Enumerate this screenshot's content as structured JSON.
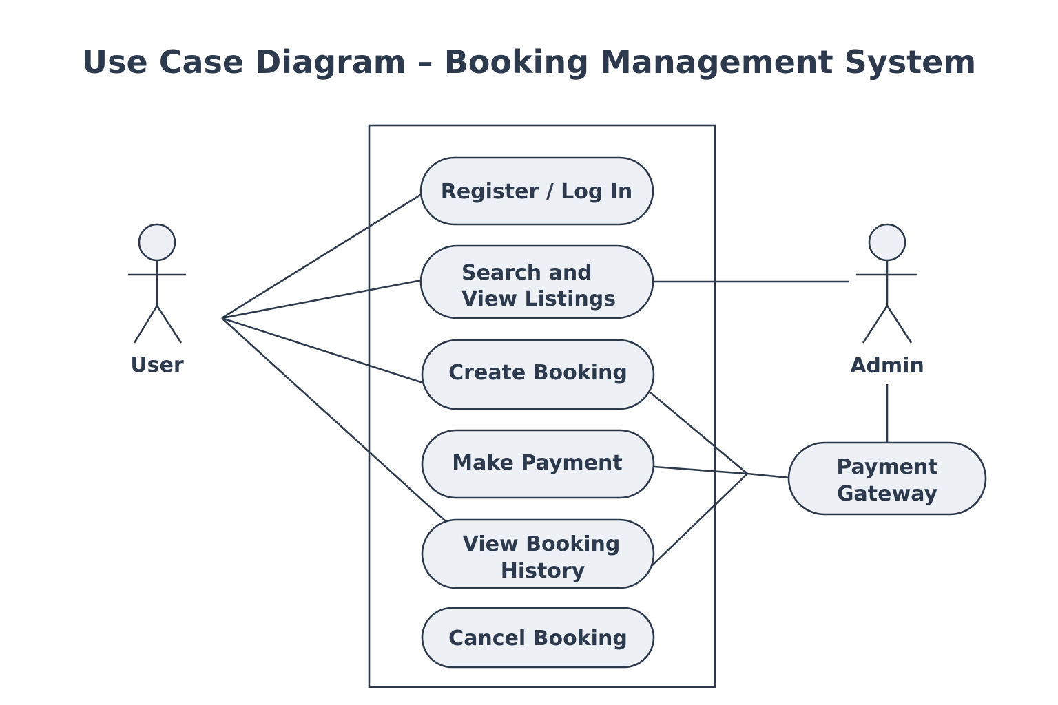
{
  "title": "Use Case Diagram – Booking Management System",
  "actors": {
    "user": "User",
    "admin": "Admin"
  },
  "use_cases": {
    "register": "Register / Log In",
    "search_line1": "Search and",
    "search_line2": "View Listings",
    "create": "Create Booking",
    "payment": "Make Payment",
    "history_line1": "View Booking",
    "history_line2": "History",
    "cancel": "Cancel Booking",
    "gateway_line1": "Payment",
    "gateway_line2": "Gateway"
  },
  "colors": {
    "ink": "#2d3a4d",
    "use_case_fill": "#edf1f6",
    "background": "#ffffff"
  }
}
